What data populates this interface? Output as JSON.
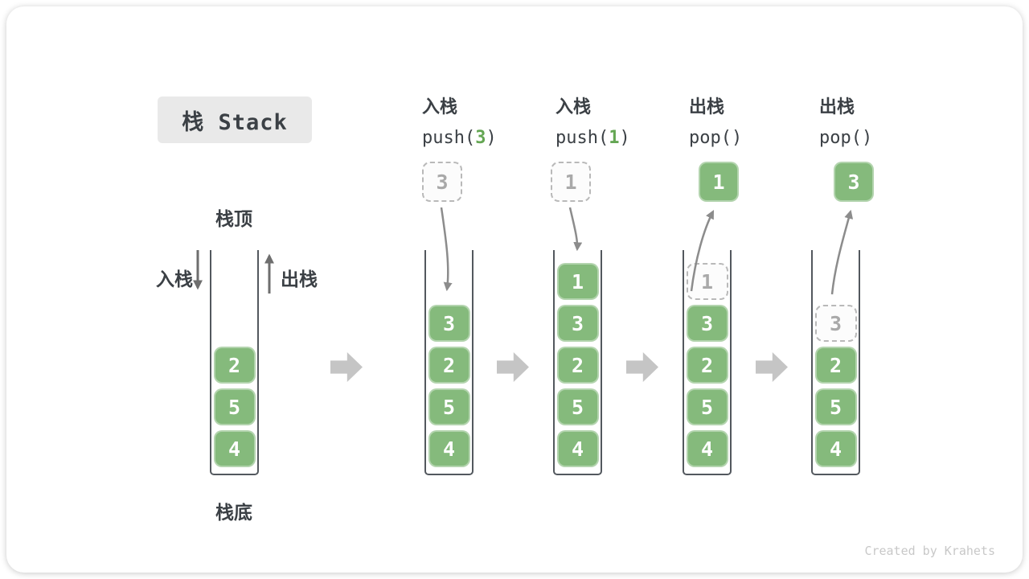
{
  "title": "栈 Stack",
  "legend": {
    "stack_top": "栈顶",
    "stack_bottom": "栈底",
    "push_label": "入栈",
    "pop_label": "出栈"
  },
  "operations": [
    {
      "label": "入栈",
      "code_pre": "push(",
      "code_arg": "3",
      "code_post": ")"
    },
    {
      "label": "入栈",
      "code_pre": "push(",
      "code_arg": "1",
      "code_post": ")"
    },
    {
      "label": "出栈",
      "code_pre": "pop(",
      "code_arg": "",
      "code_post": ")"
    },
    {
      "label": "出栈",
      "code_pre": "pop(",
      "code_arg": "",
      "code_post": ")"
    }
  ],
  "floats": [
    {
      "value": "3",
      "style": "dashed"
    },
    {
      "value": "1",
      "style": "dashed"
    },
    {
      "value": "1",
      "style": "solid"
    },
    {
      "value": "3",
      "style": "solid"
    }
  ],
  "stacks": [
    {
      "cells": [
        {
          "v": "2"
        },
        {
          "v": "5"
        },
        {
          "v": "4"
        }
      ]
    },
    {
      "cells": [
        {
          "v": "3"
        },
        {
          "v": "2"
        },
        {
          "v": "5"
        },
        {
          "v": "4"
        }
      ]
    },
    {
      "cells": [
        {
          "v": "1"
        },
        {
          "v": "3"
        },
        {
          "v": "2"
        },
        {
          "v": "5"
        },
        {
          "v": "4"
        }
      ]
    },
    {
      "cells": [
        {
          "v": "1",
          "ghost": true
        },
        {
          "v": "3"
        },
        {
          "v": "2"
        },
        {
          "v": "5"
        },
        {
          "v": "4"
        }
      ]
    },
    {
      "cells": [
        {
          "v": "3",
          "ghost": true
        },
        {
          "v": "2"
        },
        {
          "v": "5"
        },
        {
          "v": "4"
        }
      ]
    }
  ],
  "watermark": "Created by Krahets",
  "colors": {
    "element_green": "#85ba7c",
    "code_arg_green": "#64a653",
    "step_arrow_gray": "#c5c5c5",
    "motion_arrow_gray": "#8c8c8c",
    "text_dark": "#3b4045",
    "ghost_gray": "#a9a9a9"
  }
}
